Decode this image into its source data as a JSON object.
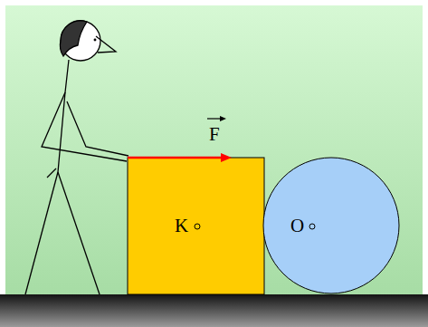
{
  "diagram": {
    "nodes": [
      {
        "text": [
          "K"
        ]
      },
      {
        "text": [
          "O"
        ]
      }
    ],
    "labels": [
      "F"
    ]
  }
}
